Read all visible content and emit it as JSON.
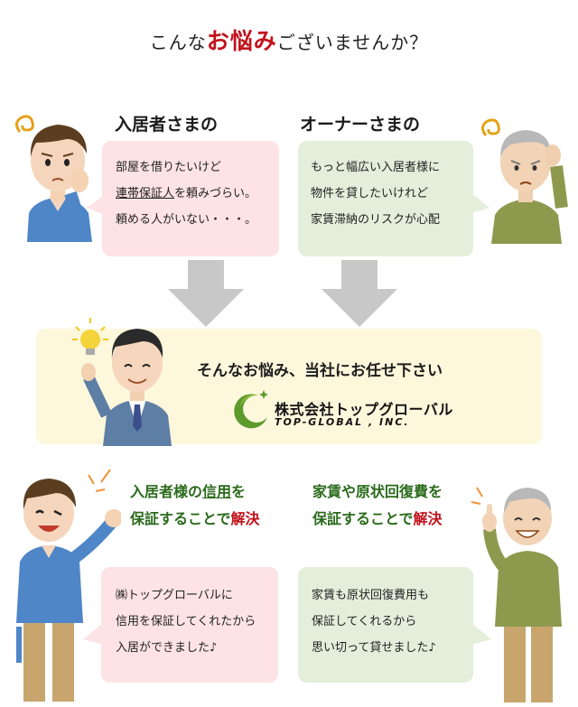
{
  "heading": {
    "before": "こんな",
    "highlight": "お悩み",
    "after": "ございませんか？"
  },
  "tenant": {
    "title": "入居者さまの",
    "lines": [
      "部屋を借りたいけど",
      "を頼みづらい。",
      "頼める人がいない・・・。"
    ],
    "underlined": "連帯保証人"
  },
  "owner": {
    "title": "オーナーさまの",
    "lines": [
      "もっと幅広い入居者様に",
      "物件を貸したいけれど",
      "家賃滞納のリスクが心配"
    ]
  },
  "solution": {
    "catchphrase": "そんなお悩み、当社にお任せ下さい",
    "logo_jp": "株式会社トップグローバル",
    "logo_en": "TOP-GLOBAL , INC."
  },
  "tenant_benefit": {
    "line1_a": "入居者様の",
    "line1_ul": "信用",
    "line1_b": "を",
    "line2_a": "保証することで",
    "line2_red": "解決",
    "voice": [
      "㈱トップグローバルに",
      "信用を保証してくれたから",
      "入居ができました♪"
    ]
  },
  "owner_benefit": {
    "line1": "家賃や原状回復費を",
    "line2_a": "保証することで",
    "line2_red": "解決",
    "voice": [
      "家賃も原状回復費用も",
      "保証してくれるから",
      "思い切って貸せました♪"
    ]
  },
  "colors": {
    "accent_red": "#c1121c",
    "benefit_green": "#2a6a1b",
    "pink_bubble": "#fde3e5",
    "green_bubble": "#e4eedb",
    "yellow_box": "#fdf7dc",
    "arrow_gray": "#c8c8c8"
  }
}
